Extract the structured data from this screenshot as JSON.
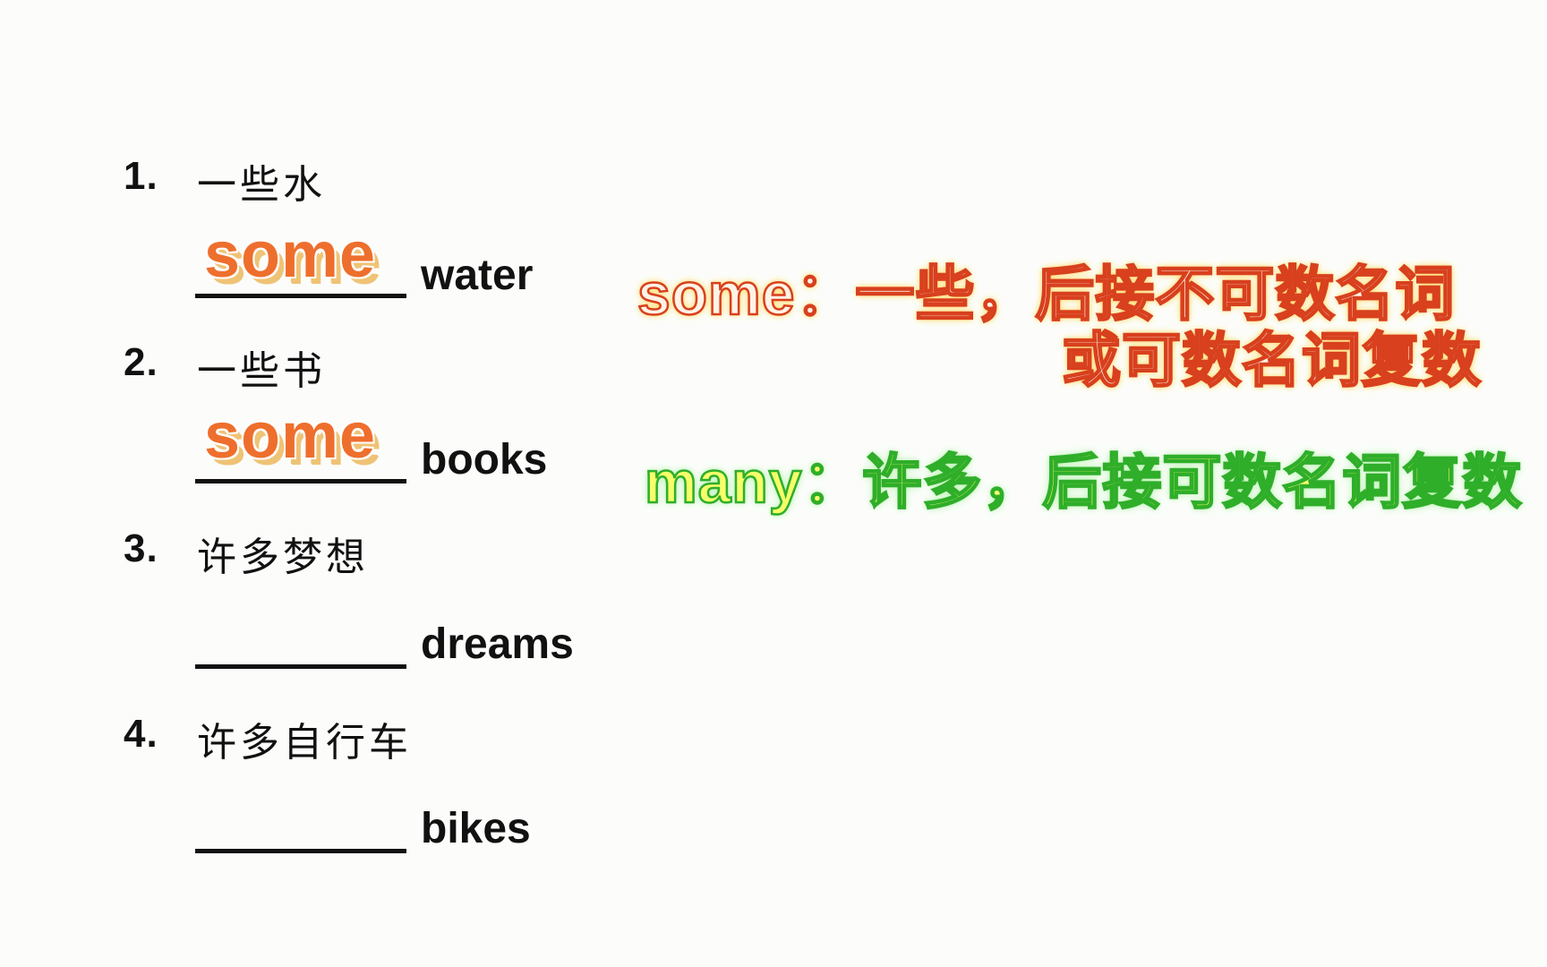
{
  "exercise": {
    "items": [
      {
        "number": "1.",
        "chinese": "一些水",
        "answer": "some",
        "english": "water"
      },
      {
        "number": "2.",
        "chinese": "一些书",
        "answer": "some",
        "english": "books"
      },
      {
        "number": "3.",
        "chinese": "许多梦想",
        "answer": "",
        "english": "dreams"
      },
      {
        "number": "4.",
        "chinese": "许多自行车",
        "answer": "",
        "english": "bikes"
      }
    ]
  },
  "notes": {
    "some": {
      "line1": "some：一些，后接不可数名词",
      "line2": "或可数名词复数",
      "color": "#d8401e"
    },
    "many": {
      "line1": "many：许多，后接可数名词复数",
      "color": "#2fae2a"
    }
  },
  "colors": {
    "answer_fill": "#ee6f2d",
    "answer_shadow": "#efc376",
    "text": "#111111",
    "background": "#fcfdfb"
  }
}
